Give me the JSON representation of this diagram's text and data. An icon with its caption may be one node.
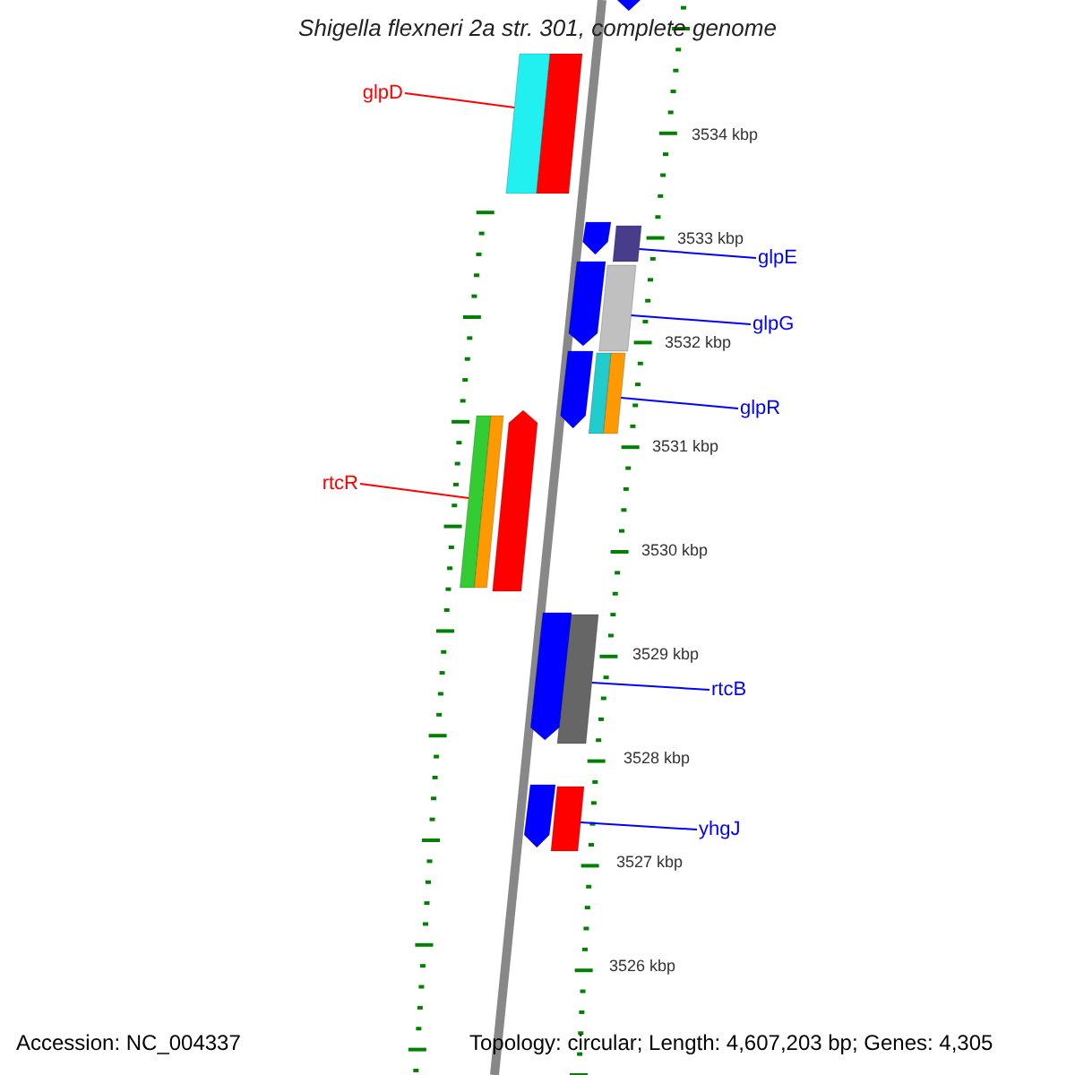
{
  "diagram": {
    "title": "Shigella flexneri 2a str. 301, complete genome",
    "nodes": [
      {
        "text": [
          "glpD"
        ]
      },
      {
        "text": [],
        "shape": "bar"
      },
      {
        "text": [
          "glpE"
        ]
      },
      {
        "text": [],
        "shape": "bar"
      },
      {
        "text": [
          "glpG"
        ]
      },
      {
        "text": [],
        "shape": "bar"
      },
      {
        "text": [
          "glpR"
        ]
      },
      {
        "text": [],
        "shape": "bar"
      },
      {
        "text": [
          "rtcR"
        ]
      },
      {
        "text": [],
        "shape": "bar"
      },
      {
        "text": [
          "rtcB"
        ]
      },
      {
        "text": [],
        "shape": "bar"
      },
      {
        "text": [
          "yhgJ"
        ]
      },
      {
        "text": [],
        "shape": "bar"
      },
      {
        "text": [],
        "shape": "bar"
      },
      {
        "text": [],
        "shape": "pentagon"
      },
      {
        "text": [],
        "shape": "pentagon"
      },
      {
        "text": [],
        "shape": "pentagon"
      },
      {
        "text": [],
        "shape": "pentagon"
      },
      {
        "text": [],
        "shape": "bar"
      },
      {
        "text": [],
        "shape": "bar"
      },
      {
        "text": [],
        "shape": "pentagon"
      },
      {
        "text": [],
        "shape": "pentagon"
      },
      {
        "text": [],
        "shape": "pentagon"
      }
    ],
    "edges": [
      {
        "from": 0,
        "to": 1,
        "arrow": "none",
        "color": "#ff0000"
      },
      {
        "from": 2,
        "to": 3,
        "arrow": "none"
      },
      {
        "from": 4,
        "to": 5,
        "arrow": "none"
      },
      {
        "from": 6,
        "to": 7,
        "arrow": "none"
      },
      {
        "from": 8,
        "to": 9,
        "arrow": "none",
        "color": "#ff0000"
      },
      {
        "from": 10,
        "to": 11,
        "arrow": "none"
      },
      {
        "from": 12,
        "to": 13,
        "arrow": "none"
      }
    ],
    "labels": [
      "3534 kbp",
      "3533 kbp",
      "3532 kbp",
      "3531 kbp",
      "3530 kbp",
      "3529 kbp",
      "3528 kbp",
      "3527 kbp",
      "3526 kbp",
      "Accession: NC_004337",
      "Topology: circular; Length: 4,607,203 bp; Genes: 4,305"
    ]
  }
}
